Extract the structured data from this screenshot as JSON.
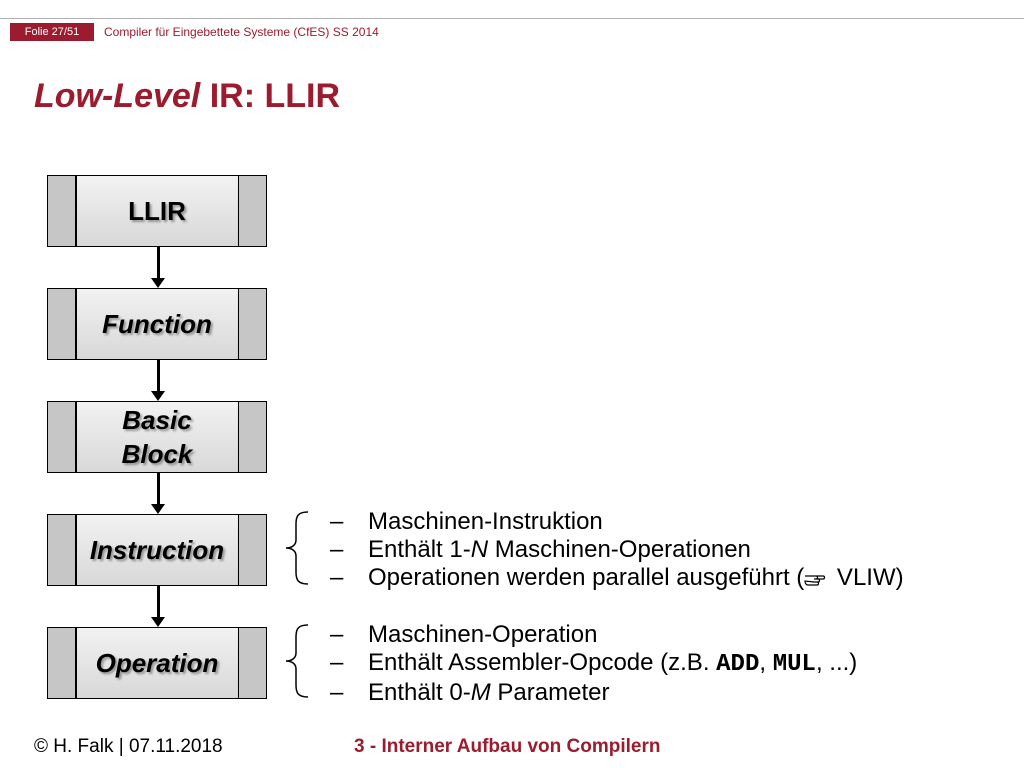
{
  "header": {
    "slide_number": "Folie 27/51",
    "course": "Compiler für Eingebettete Systeme (CfES) SS 2014"
  },
  "title": {
    "italic_part": "Low-Level",
    "rest": " IR: LLIR"
  },
  "hierarchy": [
    {
      "id": "llir",
      "label": "LLIR",
      "italic": false
    },
    {
      "id": "function",
      "label": "Function",
      "italic": true
    },
    {
      "id": "basic-block",
      "label_line1": "Basic",
      "label_line2": "Block",
      "italic": true
    },
    {
      "id": "instruction",
      "label": "Instruction",
      "italic": true
    },
    {
      "id": "operation",
      "label": "Operation",
      "italic": true
    }
  ],
  "instruction_notes": {
    "dash": "–",
    "items": [
      {
        "text": "Maschinen-Instruktion"
      },
      {
        "pre": "Enthält 1-",
        "em": "N",
        "post": " Maschinen-Operationen"
      },
      {
        "pre": "Operationen werden parallel ausgeführt (",
        "icon": "pointing-hand-icon",
        "post": " VLIW)"
      }
    ]
  },
  "operation_notes": {
    "dash": "–",
    "items": [
      {
        "text": "Maschinen-Operation"
      },
      {
        "pre": "Enthält Assembler-Opcode (z.B. ",
        "code1": "ADD",
        "sep": ", ",
        "code2": "MUL",
        "post": ", ...)"
      },
      {
        "pre": "Enthält 0-",
        "em": "M",
        "post": " Parameter"
      }
    ]
  },
  "footer": {
    "author_date": "© H. Falk | 07.11.2018",
    "chapter": "3 - Interner Aufbau von Compilern"
  },
  "colors": {
    "accent": "#9b1c2e"
  }
}
